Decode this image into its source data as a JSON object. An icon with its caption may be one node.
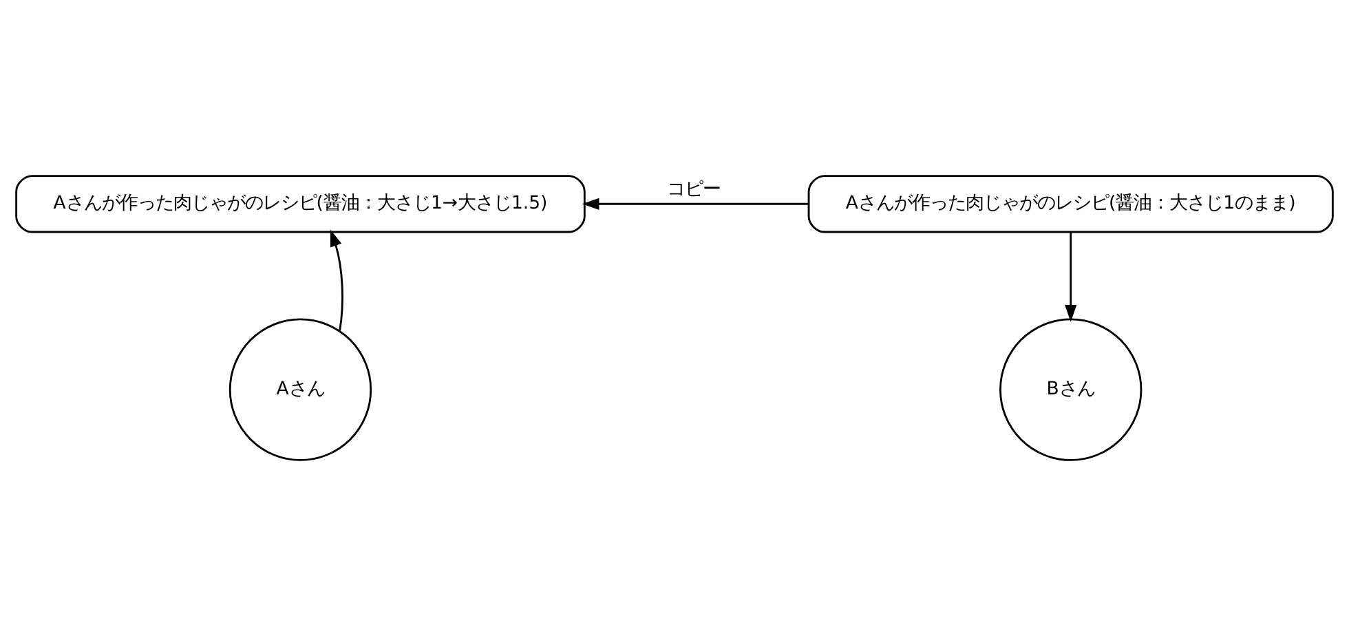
{
  "diagram": {
    "nodes": [
      {
        "text": [
          "Aさんが作った肉じゃがのレシピ(醤油：大さじ1→大さじ1.5)"
        ]
      },
      {
        "text": [
          "Aさんが作った肉じゃがのレシピ(醤油：大さじ1のまま)"
        ]
      },
      {
        "text": [
          "Aさん"
        ]
      },
      {
        "text": [
          "Bさん"
        ]
      }
    ],
    "edges": [
      {
        "from": 1,
        "to": 0,
        "arrow": "to",
        "label": "コピー"
      },
      {
        "from": 2,
        "to": 0,
        "arrow": "to"
      },
      {
        "from": 1,
        "to": 3,
        "arrow": "to"
      }
    ]
  }
}
